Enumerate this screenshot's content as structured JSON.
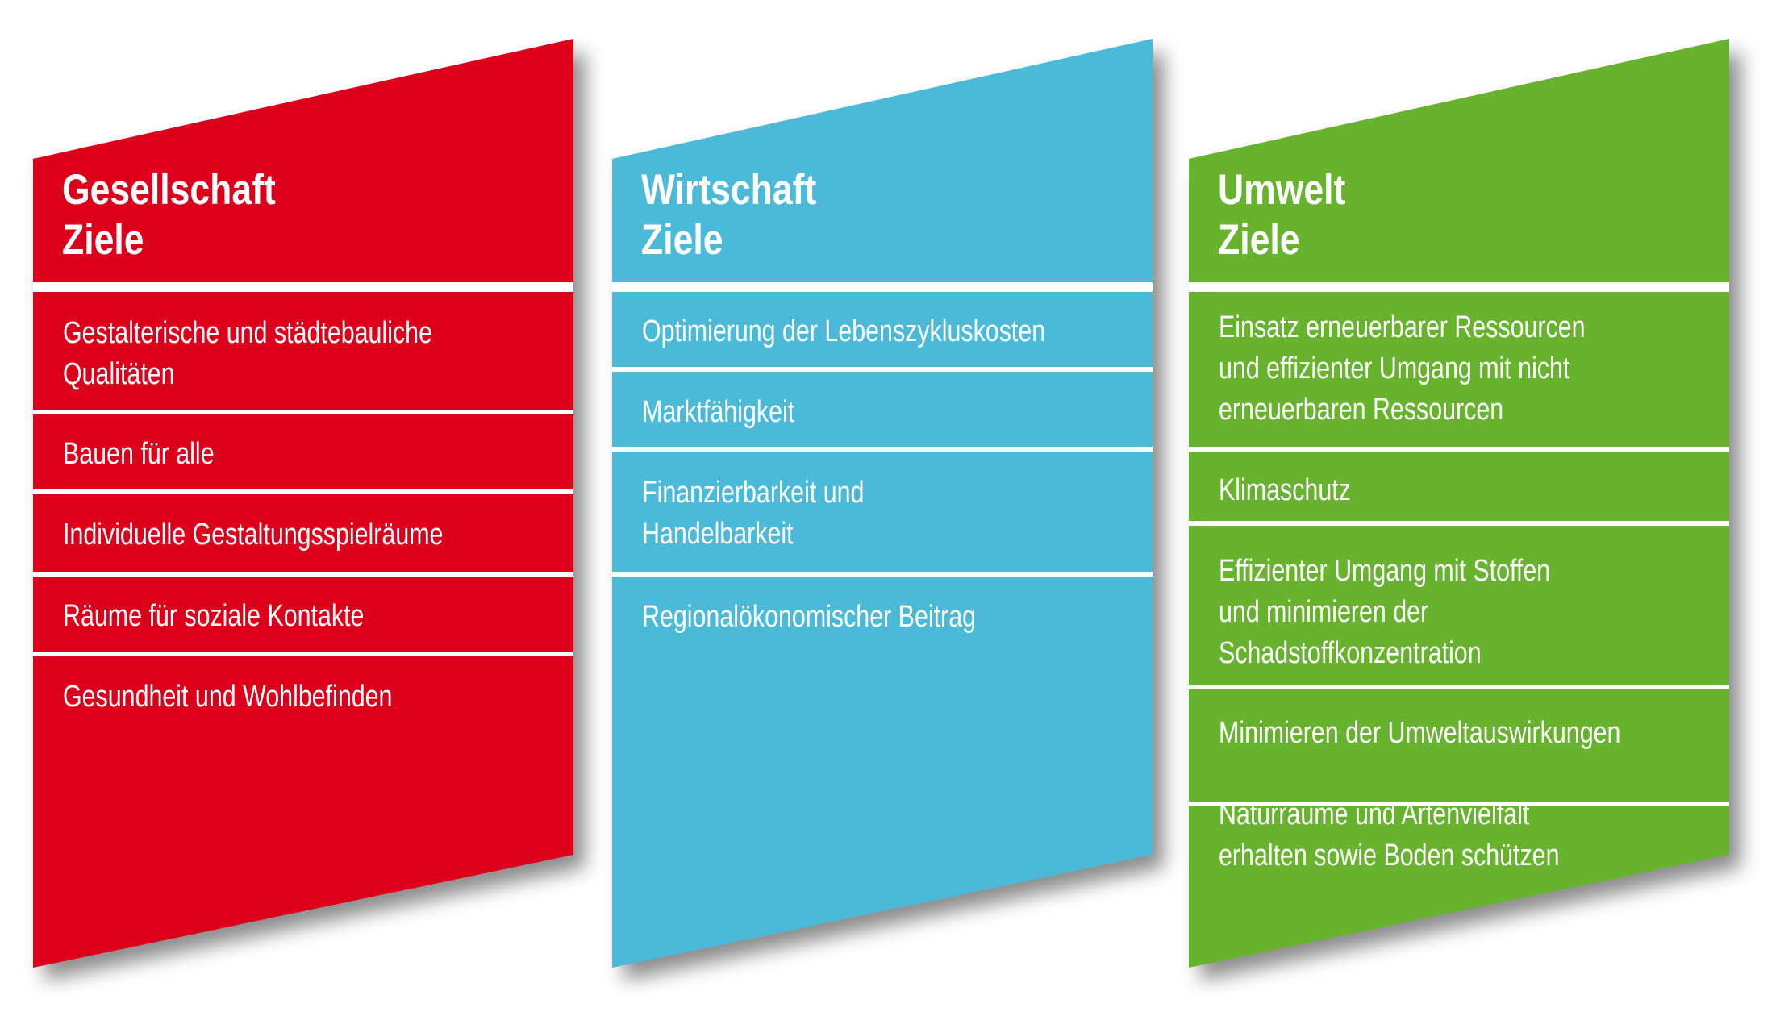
{
  "colors": {
    "gesellschaft": "#dd001a",
    "wirtschaft": "#4bb9d8",
    "umwelt": "#67b32e",
    "separator": "#ffffff",
    "text": "#ffffff"
  },
  "columns": [
    {
      "id": "gesellschaft",
      "title_line1": "Gesellschaft",
      "title_line2": "Ziele",
      "items": [
        {
          "lines": [
            "Gestalterische und städtebauliche",
            "Qualitäten"
          ]
        },
        {
          "lines": [
            "Bauen für alle"
          ]
        },
        {
          "lines": [
            "Individuelle Gestaltungsspielräume"
          ]
        },
        {
          "lines": [
            "Räume für soziale Kontakte"
          ]
        },
        {
          "lines": [
            "Gesundheit und Wohlbefinden"
          ]
        }
      ]
    },
    {
      "id": "wirtschaft",
      "title_line1": "Wirtschaft",
      "title_line2": "Ziele",
      "items": [
        {
          "lines": [
            "Optimierung der Lebenszykluskosten"
          ]
        },
        {
          "lines": [
            "Marktfähigkeit"
          ]
        },
        {
          "lines": [
            "Finanzierbarkeit und",
            "Handelbarkeit"
          ]
        },
        {
          "lines": [
            "Regionalökonomischer Beitrag"
          ]
        }
      ]
    },
    {
      "id": "umwelt",
      "title_line1": "Umwelt",
      "title_line2": "Ziele",
      "items": [
        {
          "lines": [
            "Einsatz erneuerbarer Ressourcen",
            "und effizienter Umgang mit nicht",
            "erneuerbaren Ressourcen"
          ]
        },
        {
          "lines": [
            "Klimaschutz"
          ]
        },
        {
          "lines": [
            "Effizienter Umgang mit Stoffen",
            "und minimieren der",
            "Schadstoffkonzentration"
          ]
        },
        {
          "lines": [
            "Minimieren der Umweltauswirkungen"
          ]
        },
        {
          "lines": [
            "Naturräume und Artenvielfalt",
            "erhalten sowie Boden schützen"
          ]
        }
      ]
    }
  ]
}
